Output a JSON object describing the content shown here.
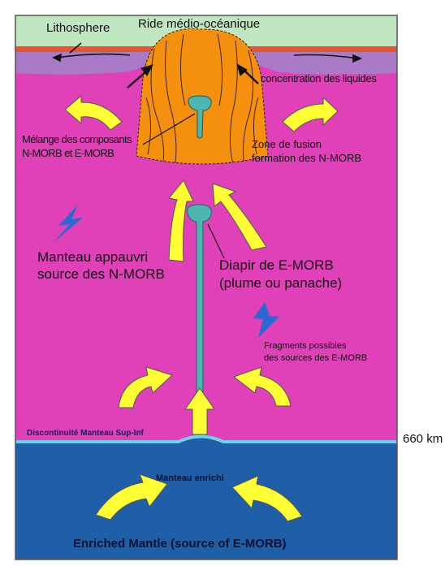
{
  "diagram": {
    "labels": {
      "lithosphere": "Lithosphere",
      "ridge": "Ride médio-océanique",
      "liquids": "concentration des liquides",
      "mixing_line1": "Mélange des composants",
      "mixing_line2": "N-MORB et E-MORB",
      "melt_zone_line1": "Zone de fusion",
      "melt_zone_line2": "formation des N-MORB",
      "depleted_line1": "Manteau appauvri",
      "depleted_line2": "source des N-MORB",
      "diapir_line1": "Diapir de E-MORB",
      "diapir_line2": "(plume ou panache)",
      "fragments_line1": "Fragments possibles",
      "fragments_line2": "des sources des E-MORB",
      "discontinuity": "Discontinuité Manteau Sup-Inf",
      "depth": "660 km",
      "enriched_fr": "Manteau enrichi",
      "enriched_en": "Enriched Mantle (source of E-MORB)"
    },
    "colors": {
      "lithosphere": "#bfe6c0",
      "upper_mantle": "#e040b8",
      "lower_mantle": "#1f5fa8",
      "melt_zone": "#f5900f",
      "plume": "#4cb7b0",
      "arrows": "#ffff33",
      "lightning": "#2a6ad0"
    }
  }
}
